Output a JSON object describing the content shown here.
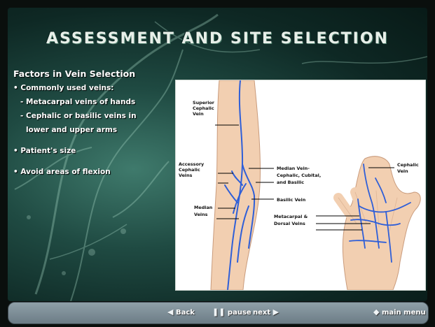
{
  "title": "ASSESSMENT AND SITE SELECTION",
  "content": {
    "heading": "Factors in Vein Selection",
    "bullets": [
      "• Commonly used veins:",
      "- Metacarpal veins of hands",
      "- Cephalic or basilic veins in",
      "lower and upper arms",
      "• Patient's size",
      "• Avoid areas of flexion"
    ]
  },
  "diagram": {
    "labels": {
      "superior_cephalic_1": "Superior",
      "superior_cephalic_2": "Cephalic",
      "superior_cephalic_3": "Vein",
      "accessory_1": "Accessory",
      "accessory_2": "Cephalic",
      "accessory_3": "Veins",
      "median_veins_1": "Median",
      "median_veins_2": "Veins",
      "median_vein_cubital_1": "Median Vein-",
      "median_vein_cubital_2": "Cephalic, Cubital,",
      "median_vein_cubital_3": "and Basilic",
      "basilic_vein": "Basilic Vein",
      "metacarpal_1": "Metacarpal &",
      "metacarpal_2": "Dorsal Veins",
      "cephalic_vein_1": "Cephalic",
      "cephalic_vein_2": "Vein"
    }
  },
  "nav": {
    "back": "Back",
    "pause": "pause",
    "next": "next",
    "main_menu": "main menu"
  },
  "colors": {
    "background": "#1f4a42",
    "vein": "#2f5fd8",
    "skin": "#f2cfb1",
    "navbar": "#7e8f98"
  }
}
